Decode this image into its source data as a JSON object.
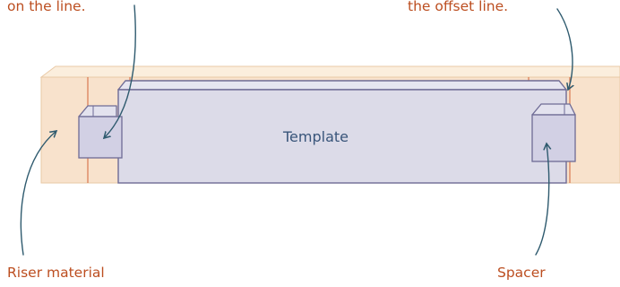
{
  "labels": {
    "top_left": "on the line.",
    "top_right": "the offset line.",
    "template": "Template",
    "riser": "Riser material",
    "spacer": "Spacer"
  },
  "colors": {
    "riser_fill": "#f8e2cc",
    "riser_edge": "#e9c9a6",
    "pencil_line": "#d87850",
    "template_fill": "#dcdbe8",
    "template_edge": "#6e6b95",
    "spacer_fill": "#d2d0e4",
    "arrow": "#2e5a6e",
    "callout_text": "#bc4e20",
    "template_text": "#39557a"
  }
}
